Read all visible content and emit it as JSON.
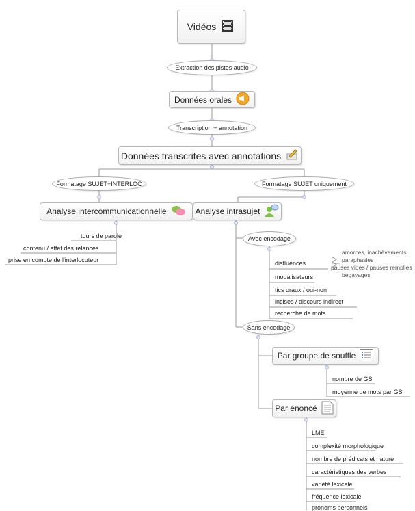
{
  "root": {
    "label": "Vidéos"
  },
  "extraction": "Extraction des pistes audio",
  "oral": "Données orales",
  "transcription": "Transcription + annotation",
  "transcribed": "Données transcrites avec annotations",
  "fmt_left": "Formatage SUJET+INTERLOC",
  "fmt_right": "Formatage SUJET uniquement",
  "inter": {
    "label": "Analyse intercommunicationnelle",
    "items": [
      "tours de parole",
      "contenu / effet des relances",
      "prise en compte de l'interlocuteur"
    ]
  },
  "intra": {
    "label": "Analyse intrasujet"
  },
  "avec": {
    "label": "Avec encodage",
    "items": [
      "disfluences",
      "modalisateurs",
      "tics oraux / oui-non",
      "incises / discours indirect",
      "recherche de mots"
    ],
    "disfluence_notes": [
      "amorces, inachèvements",
      "paraphasies",
      "pauses vides / pauses remplies",
      "bégayages"
    ]
  },
  "sans": {
    "label": "Sans encodage"
  },
  "souffle": {
    "label": "Par groupe de souffle",
    "items": [
      "nombre de GS",
      "moyenne de mots par GS"
    ]
  },
  "enonce": {
    "label": "Par énoncé",
    "items": [
      "LME",
      "complexité morphologique",
      "nombre de prédicats et nature",
      "caractéristiques des verbes",
      "variété lexicale",
      "fréquence lexicale",
      "pronoms personnels"
    ]
  },
  "colors": {
    "line": "#9a9a9a",
    "connector": "#aeb8d8",
    "emoticon": "#f5a623",
    "chat": "#8bc34a"
  }
}
